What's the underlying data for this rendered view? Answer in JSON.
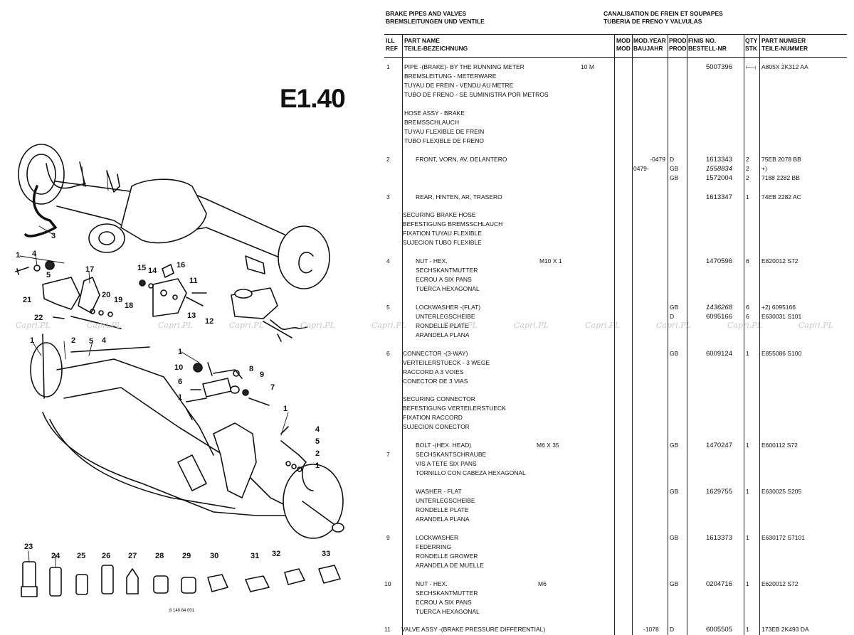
{
  "catalog_code": "E1.40",
  "header": {
    "en": "BRAKE PIPES AND VALVES",
    "de": "BREMSLEITUNGEN UND VENTILE",
    "fr": "CANALISATION DE FREIN ET SOUPAPES",
    "es": "TUBERIA DE FRENO Y VALVULAS"
  },
  "columns": {
    "ill_ref": "ILL REF",
    "part_name": [
      "PART NAME",
      "TEILE-BEZEICHNUNG"
    ],
    "mod": [
      "MOD",
      "MOD"
    ],
    "mod_year": [
      "MOD.YEAR",
      "BAUJAHR"
    ],
    "prod": [
      "PROD",
      "PROD"
    ],
    "finis": [
      "FINIS NO.",
      "BESTELL-NR"
    ],
    "qty": [
      "QTY",
      "STK"
    ],
    "part_number": [
      "PART NUMBER",
      "TEILE-NUMMER"
    ]
  },
  "watermark_text": "Capri.PL",
  "diagram": {
    "callouts": [
      "1",
      "2",
      "3",
      "4",
      "5",
      "6",
      "7",
      "8",
      "9",
      "10",
      "11",
      "12",
      "13",
      "14",
      "15",
      "16",
      "17",
      "18",
      "19",
      "20",
      "21",
      "22",
      "23",
      "24",
      "25",
      "26",
      "27",
      "28",
      "29",
      "30",
      "31",
      "32",
      "33"
    ],
    "note": "8 140 84 001"
  },
  "rows": [
    {
      "ref": "1",
      "lines": [
        "PIPE -(BRAKE)- BY THE RUNNING METER",
        "BREMSLEITUNG - METERWARE",
        "TUYAU DE FREIN - VENDU AU METRE",
        "TUBO DE FRENO - SE SUMINISTRA POR METROS"
      ],
      "spec": "10 M",
      "finis": [
        "5007396"
      ],
      "qty": [
        "⟝⟞"
      ],
      "part": [
        "A805X 2K312 AA"
      ]
    },
    {
      "ref": "",
      "lines": [
        "HOSE ASSY - BRAKE",
        "BREMSSCHLAUCH",
        "TUYAU FLEXIBLE DE FREIN",
        "TUBO FLEXIBLE DE FRENO"
      ]
    },
    {
      "ref": "2",
      "lines": [
        "FRONT, VORN, AV, DELANTERO"
      ],
      "year": [
        "",
        "-0479",
        "0479-"
      ],
      "prod": [
        "D",
        "GB",
        "GB"
      ],
      "finis": [
        "1613343",
        "1558834",
        "1572004"
      ],
      "qty": [
        "2",
        "2",
        "2"
      ],
      "part": [
        "75EB 2078 BB",
        "+)",
        "7188 2282 BB"
      ]
    },
    {
      "ref": "3",
      "lines": [
        "REAR, HINTEN, AR, TRASERO"
      ],
      "finis": [
        "1613347"
      ],
      "qty": [
        "1"
      ],
      "part": [
        "74EB 2282 AC"
      ]
    },
    {
      "ref": "",
      "lines": [
        "SECURING BRAKE HOSE",
        "BEFESTIGUNG BREMSSCHLAUCH",
        "FIXATION TUYAU FLEXIBLE",
        "SUJECION TUBO FLEXIBLE"
      ]
    },
    {
      "ref": "4",
      "lines": [
        "NUT - HEX.",
        "SECHSKANTMUTTER",
        "ECROU A SIX PANS",
        "TUERCA HEXAGONAL"
      ],
      "spec": "M10 X 1",
      "finis": [
        "1470596"
      ],
      "qty": [
        "6"
      ],
      "part": [
        "E820012 S72"
      ]
    },
    {
      "ref": "5",
      "lines": [
        "LOCKWASHER -(FLAT)",
        "UNTERLEGSCHEIBE",
        "RONDELLE PLATE",
        "ARANDELA PLANA"
      ],
      "prod": [
        "GB",
        "D"
      ],
      "finis": [
        "1436268",
        "6095166"
      ],
      "qty": [
        "6",
        "6"
      ],
      "part": [
        "+2) 6095166",
        "E630031 S101"
      ]
    },
    {
      "ref": "6",
      "lines": [
        "CONNECTOR -(3-WAY)",
        "VERTEILERSTUECK - 3 WEGE",
        "RACCORD A 3 VOIES",
        "CONECTOR DE 3 VIAS"
      ],
      "prod": [
        "GB"
      ],
      "finis": [
        "6009124"
      ],
      "qty": [
        "1"
      ],
      "part": [
        "E855086 S100"
      ]
    },
    {
      "ref": "",
      "lines": [
        "SECURING CONNECTOR",
        "BEFESTIGUNG VERTEILERSTUECK",
        "FIXATION RACCORD",
        "SUJECION CONECTOR"
      ]
    },
    {
      "ref": "7",
      "lines": [
        "BOLT -(HEX. HEAD)",
        "SECHSKANTSCHRAUBE",
        "VIS A TETE SIX PANS",
        "TORNILLO CON CABEZA HEXAGONAL"
      ],
      "spec": "M6 X 35",
      "prod": [
        "GB"
      ],
      "finis": [
        "1470247"
      ],
      "qty": [
        "1"
      ],
      "part": [
        "E600112 S72"
      ]
    },
    {
      "ref": "",
      "lines": [
        "WASHER - FLAT",
        "UNTERLEGSCHEIBE",
        "RONDELLE PLATE",
        "ARANDELA PLANA"
      ],
      "prod": [
        "GB"
      ],
      "finis": [
        "1629755"
      ],
      "qty": [
        "1"
      ],
      "part": [
        "E630025 S205"
      ]
    },
    {
      "ref": "9",
      "lines": [
        "LOCKWASHER",
        "FEDERRING",
        "RONDELLE GROWER",
        "ARANDELA DE MUELLE"
      ],
      "prod": [
        "GB"
      ],
      "finis": [
        "1613373"
      ],
      "qty": [
        "1"
      ],
      "part": [
        "E630172 S7101"
      ]
    },
    {
      "ref": "10",
      "lines": [
        "NUT - HEX.",
        "SECHSKANTMUTTER",
        "ECROU A SIX PANS",
        "TUERCA HEXAGONAL"
      ],
      "spec": "M6",
      "prod": [
        "GB"
      ],
      "finis": [
        "0204716"
      ],
      "qty": [
        "1"
      ],
      "part": [
        "E620012 S72"
      ]
    },
    {
      "ref": "11",
      "lines": [
        "VALVE ASSY -(BRAKE PRESSURE DIFFERENTIAL)"
      ],
      "year": [
        "-1078"
      ],
      "prod": [
        "D"
      ],
      "finis": [
        "6005505"
      ],
      "qty": [
        "1"
      ],
      "part": [
        "173EB 2K493 DA"
      ]
    }
  ]
}
